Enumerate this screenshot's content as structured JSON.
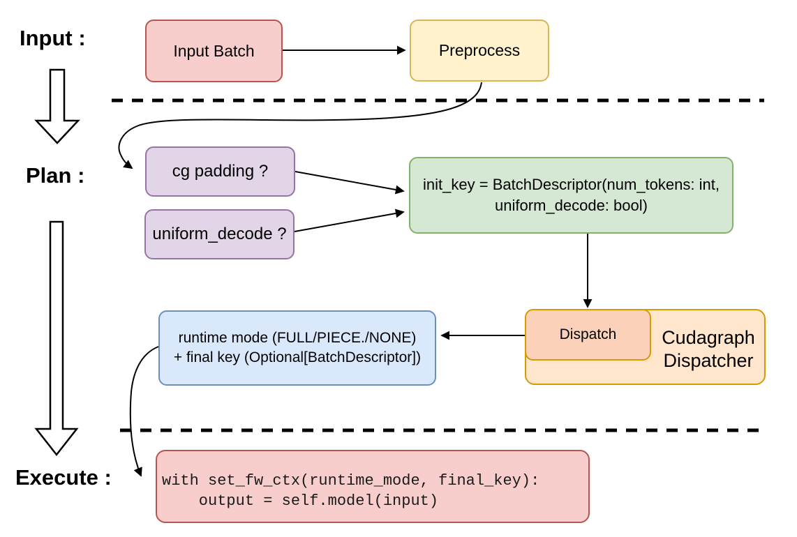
{
  "labels": {
    "input": "Input :",
    "plan": "Plan :",
    "execute": "Execute :"
  },
  "nodes": {
    "input_batch": {
      "label": "Input Batch",
      "fill": "#f8cecc",
      "stroke": "#b85450"
    },
    "preprocess": {
      "label": "Preprocess",
      "fill": "#fff2cc",
      "stroke": "#d6b656"
    },
    "cg_padding": {
      "label": "cg padding ?",
      "fill": "#e1d5e7",
      "stroke": "#9673a6"
    },
    "uniform_decode": {
      "label": "uniform_decode ?",
      "fill": "#e1d5e7",
      "stroke": "#9673a6"
    },
    "init_key": {
      "line1": "init_key = BatchDescriptor(num_tokens: int,",
      "line2": "uniform_decode: bool)",
      "fill": "#d5e8d4",
      "stroke": "#82b366"
    },
    "cudagraph_dispatcher": {
      "line1": "Cudagraph",
      "line2": "Dispatcher",
      "fill": "#ffe6cc",
      "stroke": "#d79b00"
    },
    "dispatch": {
      "label": "Dispatch",
      "fill": "#fbd2b9",
      "stroke": "#d79b00"
    },
    "runtime_result": {
      "line1": "runtime mode (FULL/PIECE./NONE)",
      "line2": "+ final key (Optional[BatchDescriptor])",
      "fill": "#dae8fc",
      "stroke": "#6c8ebf"
    },
    "execute_code": {
      "line1": "with set_fw_ctx(runtime_mode, final_key):",
      "line2": "    output = self.model(input)",
      "fill": "#f8cecc",
      "stroke": "#b85450"
    }
  },
  "connector_color": "#000000"
}
